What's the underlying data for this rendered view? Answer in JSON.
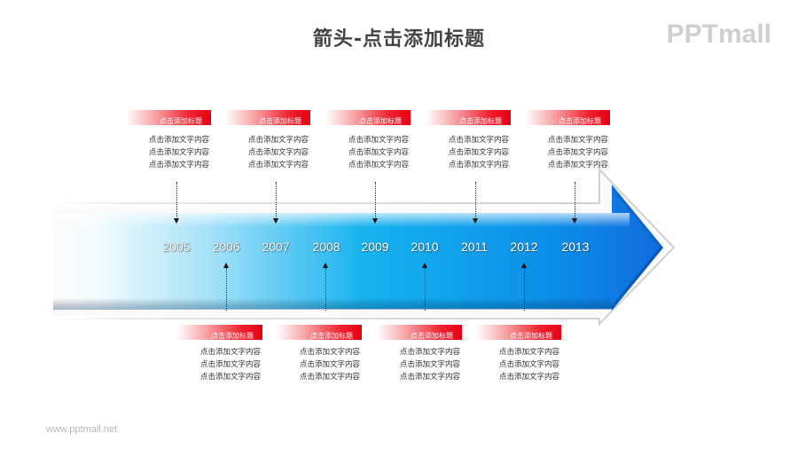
{
  "header": {
    "title": "箭头-点击添加标题",
    "logo": "PPTmall"
  },
  "footer": {
    "url": "www.pptmall.net"
  },
  "colors": {
    "arrow_start": "#ffffff",
    "arrow_mid": "#11b2ef",
    "arrow_end": "#1673e0",
    "label_bar": "#e60012",
    "text": "#333333"
  },
  "timeline": {
    "years": [
      "2005",
      "2006",
      "2007",
      "2008",
      "2009",
      "2010",
      "2011",
      "2012",
      "2013"
    ]
  },
  "top_items": [
    {
      "year": "2005",
      "title": "点击添加标题",
      "lines": [
        "点击添加文字内容",
        "点击添加文字内容",
        "点击添加文字内容"
      ]
    },
    {
      "year": "2007",
      "title": "点击添加标题",
      "lines": [
        "点击添加文字内容",
        "点击添加文字内容",
        "点击添加文字内容"
      ]
    },
    {
      "year": "2009",
      "title": "点击添加标题",
      "lines": [
        "点击添加文字内容",
        "点击添加文字内容",
        "点击添加文字内容"
      ]
    },
    {
      "year": "2011",
      "title": "点击添加标题",
      "lines": [
        "点击添加文字内容",
        "点击添加文字内容",
        "点击添加文字内容"
      ]
    },
    {
      "year": "2013",
      "title": "点击添加标题",
      "lines": [
        "点击添加文字内容",
        "点击添加文字内容",
        "点击添加文字内容"
      ]
    }
  ],
  "bottom_items": [
    {
      "year": "2006",
      "title": "点击添加标题",
      "lines": [
        "点击添加文字内容",
        "点击添加文字内容",
        "点击添加文字内容"
      ]
    },
    {
      "year": "2008",
      "title": "点击添加标题",
      "lines": [
        "点击添加文字内容",
        "点击添加文字内容",
        "点击添加文字内容"
      ]
    },
    {
      "year": "2010",
      "title": "点击添加标题",
      "lines": [
        "点击添加文字内容",
        "点击添加文字内容",
        "点击添加文字内容"
      ]
    },
    {
      "year": "2012",
      "title": "点击添加标题",
      "lines": [
        "点击添加文字内容",
        "点击添加文字内容",
        "点击添加文字内容"
      ]
    }
  ]
}
